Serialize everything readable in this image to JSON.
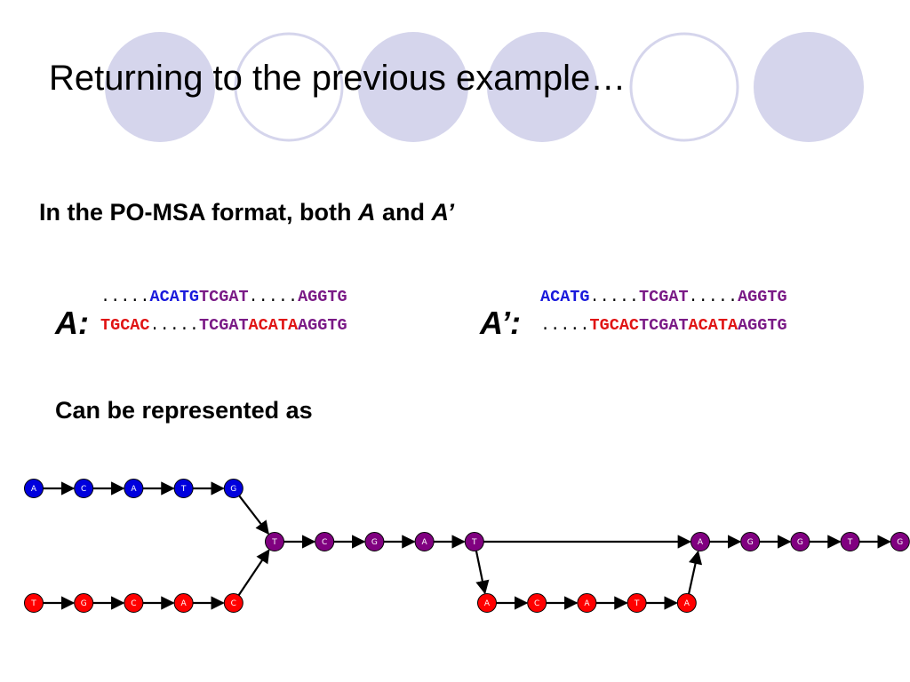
{
  "slide": {
    "title": "Returning to the previous example…",
    "intro": {
      "prefix": "In the PO-MSA format, both ",
      "a": "A",
      "and": " and ",
      "a_prime": "A’"
    },
    "caption": "Can be represented as"
  },
  "alignments": {
    "a": {
      "label": "A:",
      "row1": [
        {
          "text": ".....",
          "color": "dots"
        },
        {
          "text": "ACATG",
          "color": "blue"
        },
        {
          "text": "TCGAT",
          "color": "purple"
        },
        {
          "text": ".....",
          "color": "dots"
        },
        {
          "text": "AGGTG",
          "color": "purple"
        }
      ],
      "row2": [
        {
          "text": "TGCAC",
          "color": "red"
        },
        {
          "text": ".....",
          "color": "dots"
        },
        {
          "text": "TCGAT",
          "color": "purple"
        },
        {
          "text": "ACATA",
          "color": "red"
        },
        {
          "text": "AGGTG",
          "color": "purple"
        }
      ]
    },
    "a_prime": {
      "label": "A’:",
      "row1": [
        {
          "text": "ACATG",
          "color": "blue"
        },
        {
          "text": ".....",
          "color": "dots"
        },
        {
          "text": "TCGAT",
          "color": "purple"
        },
        {
          "text": ".....",
          "color": "dots"
        },
        {
          "text": "AGGTG",
          "color": "purple"
        }
      ],
      "row2": [
        {
          "text": ".....",
          "color": "dots"
        },
        {
          "text": "TGCAC",
          "color": "red"
        },
        {
          "text": "TCGAT",
          "color": "purple"
        },
        {
          "text": "ACATA",
          "color": "red"
        },
        {
          "text": "AGGTG",
          "color": "purple"
        }
      ]
    }
  },
  "colors": {
    "blue": "#1a1adc",
    "purple": "#7a1a86",
    "red": "#e01414",
    "node_blue": "#0000dd",
    "node_purple": "#800080",
    "node_red": "#ff0000",
    "deco_fill": "#d5d5ec",
    "deco_stroke": "#d5d5ec"
  },
  "po_graph": {
    "nodes": [
      {
        "id": "b0",
        "letter": "A",
        "color": "node_blue"
      },
      {
        "id": "b1",
        "letter": "C",
        "color": "node_blue"
      },
      {
        "id": "b2",
        "letter": "A",
        "color": "node_blue"
      },
      {
        "id": "b3",
        "letter": "T",
        "color": "node_blue"
      },
      {
        "id": "b4",
        "letter": "G",
        "color": "node_blue"
      },
      {
        "id": "r0",
        "letter": "T",
        "color": "node_red"
      },
      {
        "id": "r1",
        "letter": "G",
        "color": "node_red"
      },
      {
        "id": "r2",
        "letter": "C",
        "color": "node_red"
      },
      {
        "id": "r3",
        "letter": "A",
        "color": "node_red"
      },
      {
        "id": "r4",
        "letter": "C",
        "color": "node_red"
      },
      {
        "id": "p0",
        "letter": "T",
        "color": "node_purple"
      },
      {
        "id": "p1",
        "letter": "C",
        "color": "node_purple"
      },
      {
        "id": "p2",
        "letter": "G",
        "color": "node_purple"
      },
      {
        "id": "p3",
        "letter": "A",
        "color": "node_purple"
      },
      {
        "id": "p4",
        "letter": "T",
        "color": "node_purple"
      },
      {
        "id": "m0",
        "letter": "A",
        "color": "node_red"
      },
      {
        "id": "m1",
        "letter": "C",
        "color": "node_red"
      },
      {
        "id": "m2",
        "letter": "A",
        "color": "node_red"
      },
      {
        "id": "m3",
        "letter": "T",
        "color": "node_red"
      },
      {
        "id": "m4",
        "letter": "A",
        "color": "node_red"
      },
      {
        "id": "e0",
        "letter": "A",
        "color": "node_purple"
      },
      {
        "id": "e1",
        "letter": "G",
        "color": "node_purple"
      },
      {
        "id": "e2",
        "letter": "G",
        "color": "node_purple"
      },
      {
        "id": "e3",
        "letter": "T",
        "color": "node_purple"
      },
      {
        "id": "e4",
        "letter": "G",
        "color": "node_purple"
      }
    ],
    "edges": [
      [
        "b0",
        "b1"
      ],
      [
        "b1",
        "b2"
      ],
      [
        "b2",
        "b3"
      ],
      [
        "b3",
        "b4"
      ],
      [
        "b4",
        "p0"
      ],
      [
        "r0",
        "r1"
      ],
      [
        "r1",
        "r2"
      ],
      [
        "r2",
        "r3"
      ],
      [
        "r3",
        "r4"
      ],
      [
        "r4",
        "p0"
      ],
      [
        "p0",
        "p1"
      ],
      [
        "p1",
        "p2"
      ],
      [
        "p2",
        "p3"
      ],
      [
        "p3",
        "p4"
      ],
      [
        "p4",
        "e0"
      ],
      [
        "p4",
        "m0"
      ],
      [
        "m0",
        "m1"
      ],
      [
        "m1",
        "m2"
      ],
      [
        "m2",
        "m3"
      ],
      [
        "m3",
        "m4"
      ],
      [
        "m4",
        "e0"
      ],
      [
        "e0",
        "e1"
      ],
      [
        "e1",
        "e2"
      ],
      [
        "e2",
        "e3"
      ],
      [
        "e3",
        "e4"
      ]
    ]
  }
}
